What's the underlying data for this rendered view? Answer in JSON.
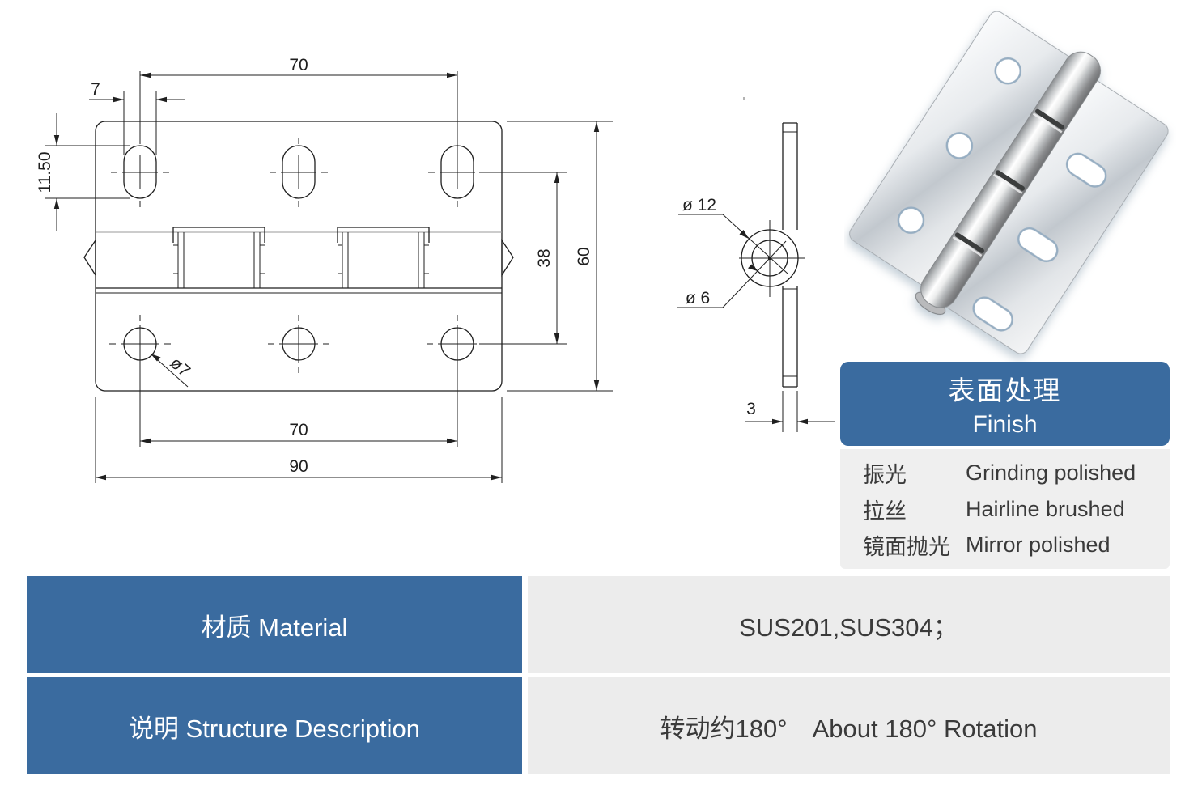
{
  "drawing": {
    "front_view": {
      "dim_top_hole_pitch": "70",
      "dim_slot_width": "7",
      "dim_slot_length": "11.50",
      "dim_row_spacing": "38",
      "dim_height": "60",
      "dim_hole_diameter": "ø7",
      "dim_bottom_hole_pitch": "70",
      "dim_total_width": "90"
    },
    "side_view": {
      "dim_knuckle_diameter": "ø 12",
      "dim_pin_diameter": "ø 6",
      "dim_thickness": "3"
    }
  },
  "finish_panel": {
    "title_zh": "表面处理",
    "title_en": "Finish",
    "rows": [
      {
        "zh": "振光",
        "en": "Grinding polished"
      },
      {
        "zh": "拉丝",
        "en": "Hairline brushed"
      },
      {
        "zh": "镜面抛光",
        "en": "Mirror polished"
      }
    ]
  },
  "spec_table": {
    "rows": [
      {
        "label": "材质 Material",
        "value": "SUS201,SUS304；"
      },
      {
        "label": "说明 Structure Description",
        "value": "转动约180°　About 180° Rotation"
      }
    ]
  },
  "colors": {
    "table_blue": "#3a6b9f",
    "cell_gray": "#ececec",
    "panel_gray": "#efefef",
    "line_black": "#1f1f1f"
  }
}
